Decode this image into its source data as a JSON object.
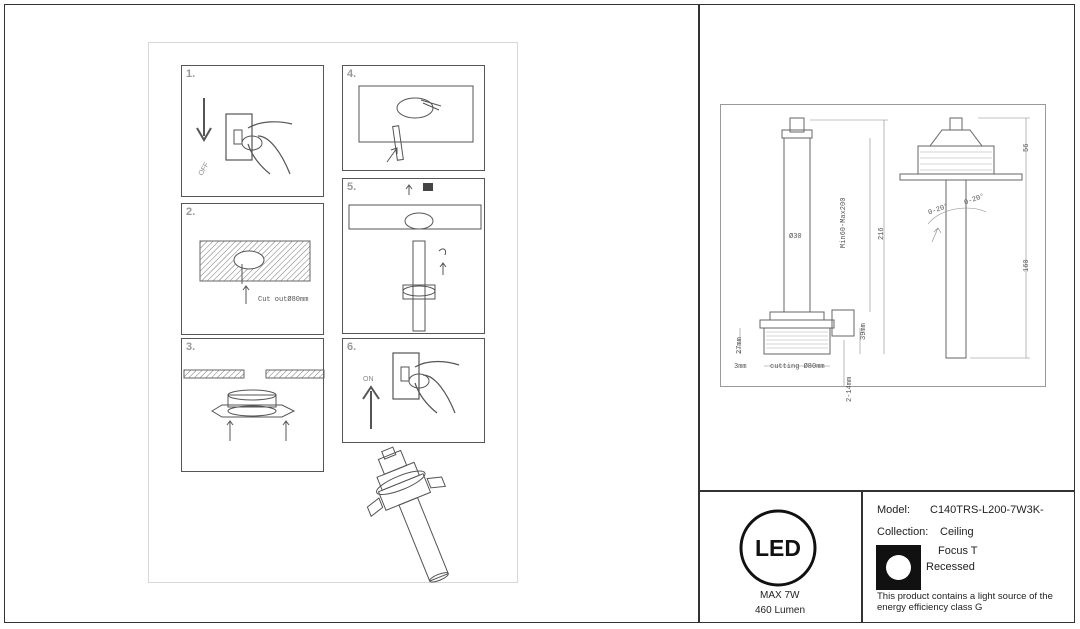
{
  "steps": [
    {
      "num": "1.",
      "caption": ""
    },
    {
      "num": "2.",
      "caption": "Cut outØ80mm"
    },
    {
      "num": "3.",
      "caption": ""
    },
    {
      "num": "4.",
      "caption": ""
    },
    {
      "num": "5.",
      "caption": ""
    },
    {
      "num": "6.",
      "caption": ""
    }
  ],
  "step_words": {
    "off": "OFF",
    "on": "ON"
  },
  "dimensions": {
    "diameter": "Ø30",
    "length_range": "Min60-Max200",
    "total": "216",
    "top": "56",
    "bottom": "160",
    "angle_left": "0-20°",
    "angle_right": "0-20°",
    "h27": "27mm",
    "h39": "39mm",
    "edge": "3mm",
    "cutting": "cutting Ø80mm",
    "depth": "2-14mm"
  },
  "badge": {
    "logo": "LED",
    "power": "MAX 7W",
    "lumen": "460 Lumen"
  },
  "info": {
    "model_label": "Model:",
    "model_value": "C140TRS-L200-7W3K-",
    "collection_label": "Collection:",
    "collection_value": "Ceiling",
    "series_line1": "Focus T",
    "series_line2": "Recessed",
    "energy_line1": "This product contains a light source of the",
    "energy_line2": "energy efficiency class G"
  }
}
